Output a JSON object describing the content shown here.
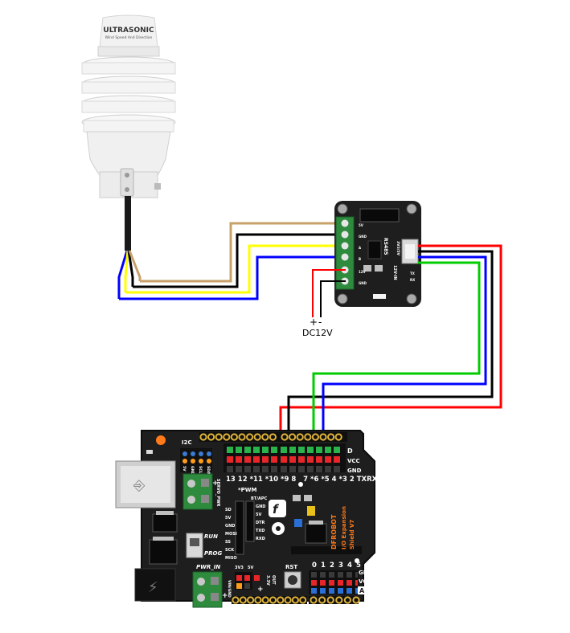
{
  "sensor": {
    "brand": "ULTRASONIC",
    "subtitle": "Wind Speed And Direction"
  },
  "converter": {
    "name": "RS485",
    "left_pins": [
      "5V",
      "GND",
      "A",
      "B",
      "12V",
      "GND"
    ],
    "side_label": "12V-IN",
    "right_label": "3V3/5V",
    "small_labels": [
      "TX",
      "RX"
    ]
  },
  "power": {
    "plus": "+",
    "minus": "-",
    "label": "DC12V"
  },
  "shield": {
    "brand": "DFROBOT",
    "title": "I/O Expansion",
    "version": "Shield V7",
    "top_left_labels": [
      "I2C",
      "SERVO_PWR",
      "RUN",
      "PROG",
      "PWR_IN",
      "VIN/GND"
    ],
    "i2c_pins": [
      "5V",
      "GND",
      "SCL",
      "SDA"
    ],
    "digital_header": "13 12 *11 *10 *9 8   7 *6 *5 4 *3 2 TXRX",
    "right_labels": [
      "D",
      "VCC",
      "GND"
    ],
    "pwm_label": "*PWM",
    "bt_label": "BT/APC",
    "middle_left_pins": [
      "SD",
      "5V",
      "GND",
      "MOSI",
      "SS",
      "SCK",
      "MISO"
    ],
    "middle_right_pins": [
      "GND",
      "5V",
      "DTR",
      "TXD",
      "RXD"
    ],
    "analog_numbers": [
      "0",
      "1",
      "2",
      "3",
      "4",
      "5"
    ],
    "analog_right_labels": [
      "GND",
      "VCC",
      "A"
    ],
    "bottom_labels": [
      "RST",
      "3V3",
      "5V",
      "3.3V",
      "OUT"
    ]
  },
  "colors": {
    "brown_wire": "#c8a06a",
    "black_wire": "#000000",
    "yellow_wire": "#ffff00",
    "blue_wire": "#0000ff",
    "red_wire": "#ff0000",
    "green_wire": "#00cc00",
    "pcb": "#1e1e1e",
    "terminal_green": "#2e8b3e"
  }
}
